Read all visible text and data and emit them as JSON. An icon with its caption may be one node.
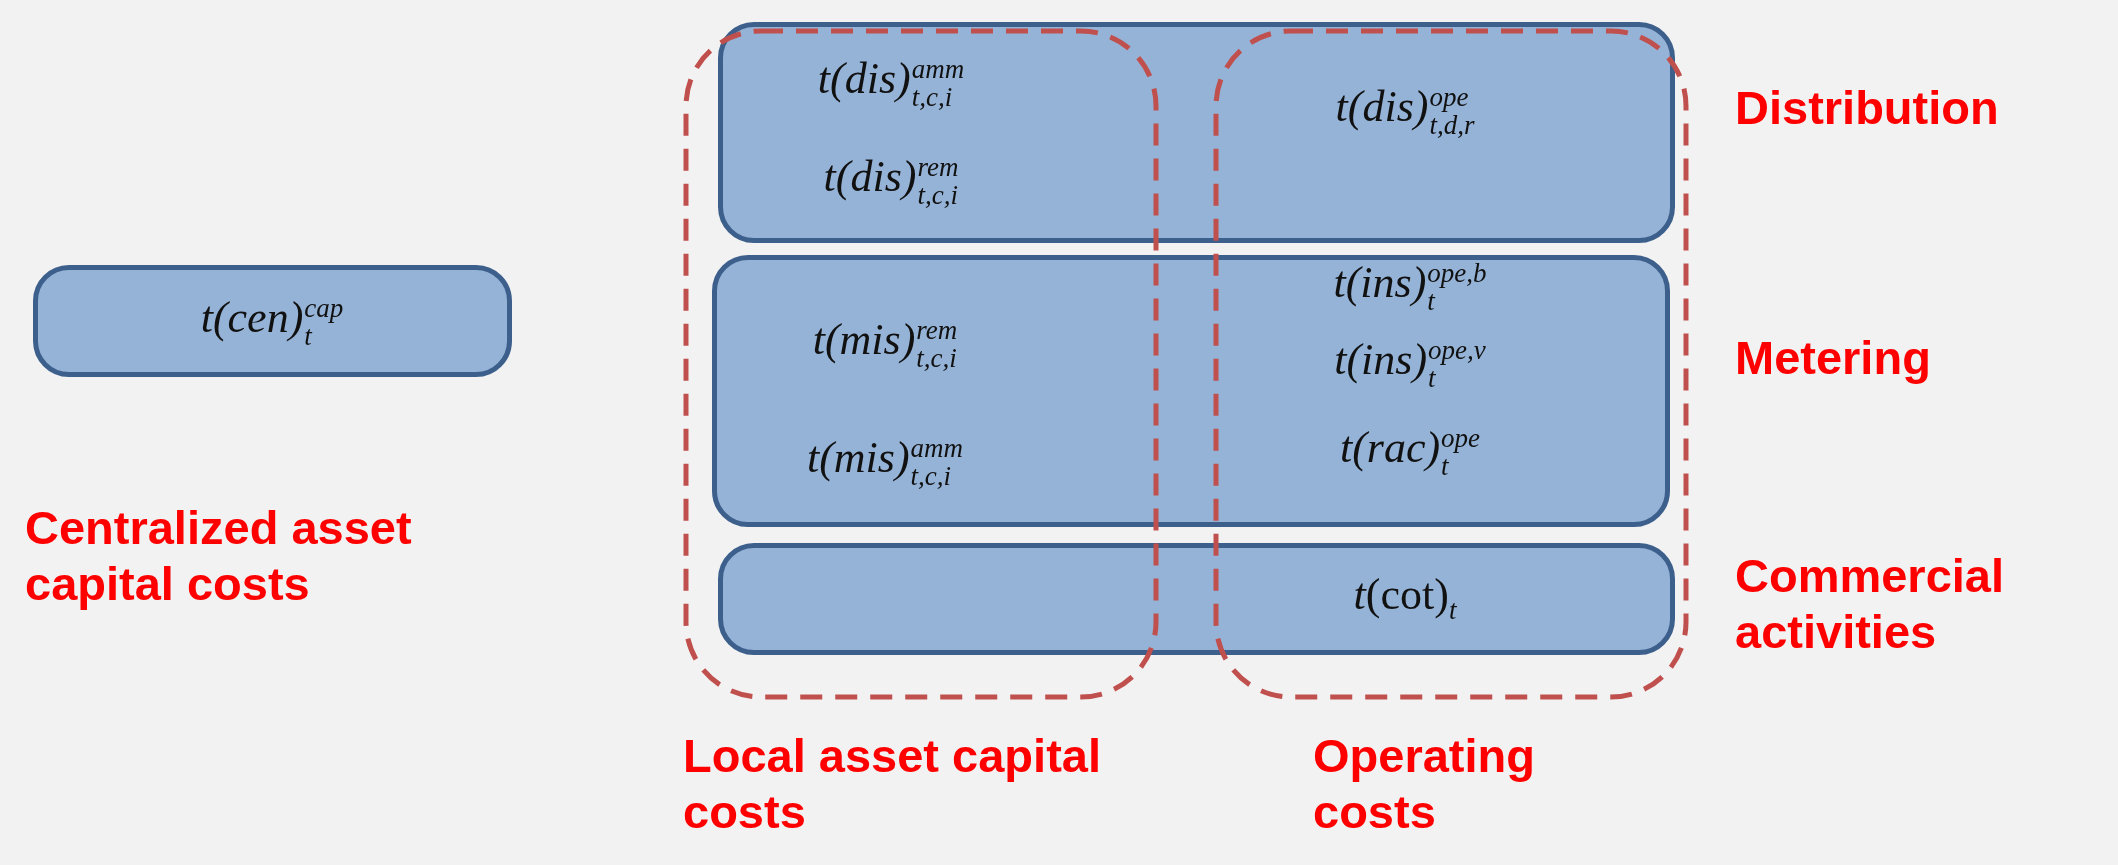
{
  "diagram": {
    "nodes": [
      {
        "text": [
          "t(cen)$^{cap}$$_{t}$"
        ],
        "beside": [
          "Centralized asset capital costs"
        ]
      },
      {
        "text": [
          "Local asset capital costs"
        ]
      },
      {
        "text": [
          "Operating costs"
        ]
      },
      {
        "text": [
          "t(dis)$^{amm}$$_{t,c,i}$",
          "t(dis)$^{rem}$$_{t,c,i}$",
          "t(dis)$^{ope}$$_{t,d,r}$",
          "Distribution"
        ]
      },
      {
        "text": [
          "t(mis)$^{rem}$$_{t,c,i}$",
          "t(mis)$^{amm}$$_{t,c,i}$",
          "t(ins)$^{ope,b}$$_{t}$",
          "t(ins)$^{ope,v}$$_{t}$",
          "t(rac)$^{ope}$$_{t}$",
          "Metering"
        ]
      },
      {
        "text": [
          "*t*(cot)$_{t}$",
          "Commercial activities"
        ]
      }
    ]
  }
}
